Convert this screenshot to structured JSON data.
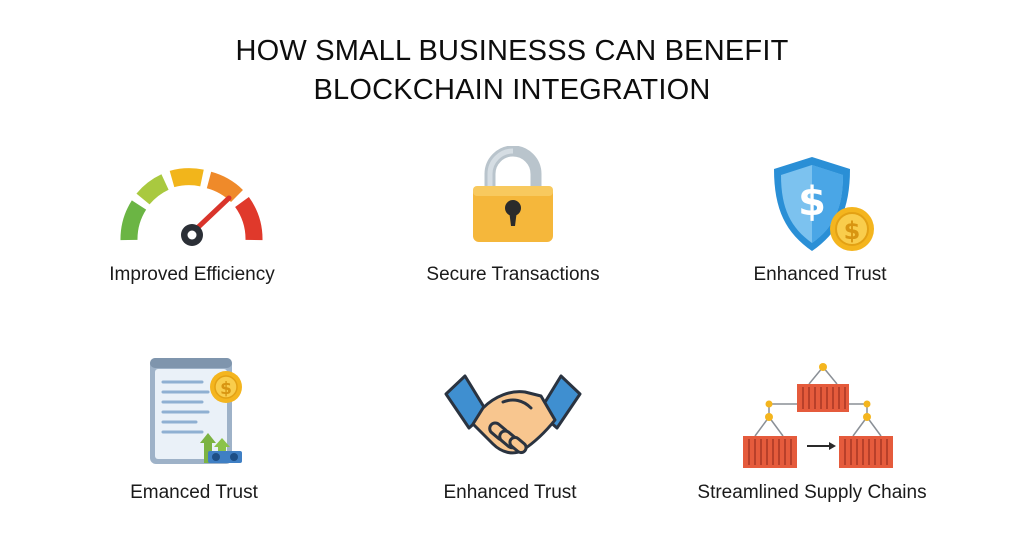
{
  "title": {
    "line1": "HOW SMALL BUSINESSS CAN BENEFIT",
    "line2": "BLOCKCHAIN INTEGRATION"
  },
  "items": [
    {
      "label": "Improved Efficiency",
      "icon": "speedometer-icon"
    },
    {
      "label": "Secure Transactions",
      "icon": "padlock-icon"
    },
    {
      "label": "Enhanced Trust",
      "icon": "shield-dollar-icon"
    },
    {
      "label": "Emanced Trust",
      "icon": "document-dollar-icon"
    },
    {
      "label": "Enhanced Trust",
      "icon": "handshake-icon"
    },
    {
      "label": "Streamlined Supply Chains",
      "icon": "container-network-icon"
    }
  ],
  "colors": {
    "gauge_green": "#6bb544",
    "gauge_yellow": "#f2b51b",
    "gauge_orange": "#ef8a2a",
    "gauge_red": "#e0392b",
    "lock_body": "#f5b73b",
    "lock_shackle": "#b9c4cc",
    "shield_blue": "#2a8fd6",
    "coin_gold": "#f4b51e",
    "container_red": "#e55b3c",
    "sleeve_blue": "#3f8fd0",
    "skin": "#f8c68f"
  }
}
